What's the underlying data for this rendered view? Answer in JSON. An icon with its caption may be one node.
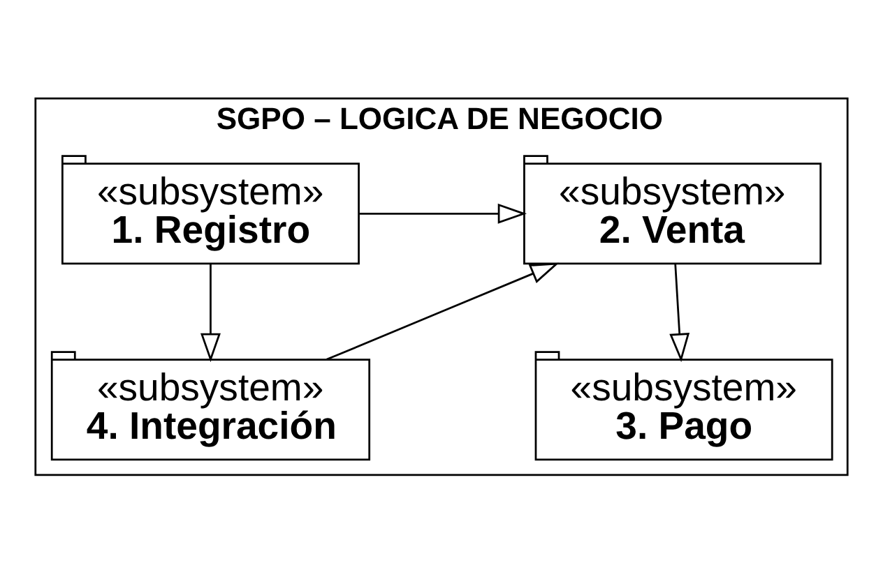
{
  "diagram": {
    "nodes": [
      {
        "text": [
          "SGPO – LOGICA DE NEGOCIO"
        ]
      },
      {
        "text": [
          "«subsystem»",
          "1. Registro"
        ],
        "in": 0
      },
      {
        "text": [
          "«subsystem»",
          "2. Venta"
        ],
        "in": 0
      },
      {
        "text": [
          "«subsystem»",
          "4. Integración"
        ],
        "in": 0
      },
      {
        "text": [
          "«subsystem»",
          "3. Pago"
        ],
        "in": 0
      }
    ],
    "edges": [
      {
        "from": 1,
        "to": 2,
        "arrow": "to"
      },
      {
        "from": 3,
        "to": 2,
        "arrow": "to"
      },
      {
        "from": 1,
        "to": 3,
        "arrow": "to"
      },
      {
        "from": 2,
        "to": 4,
        "arrow": "to"
      }
    ]
  }
}
